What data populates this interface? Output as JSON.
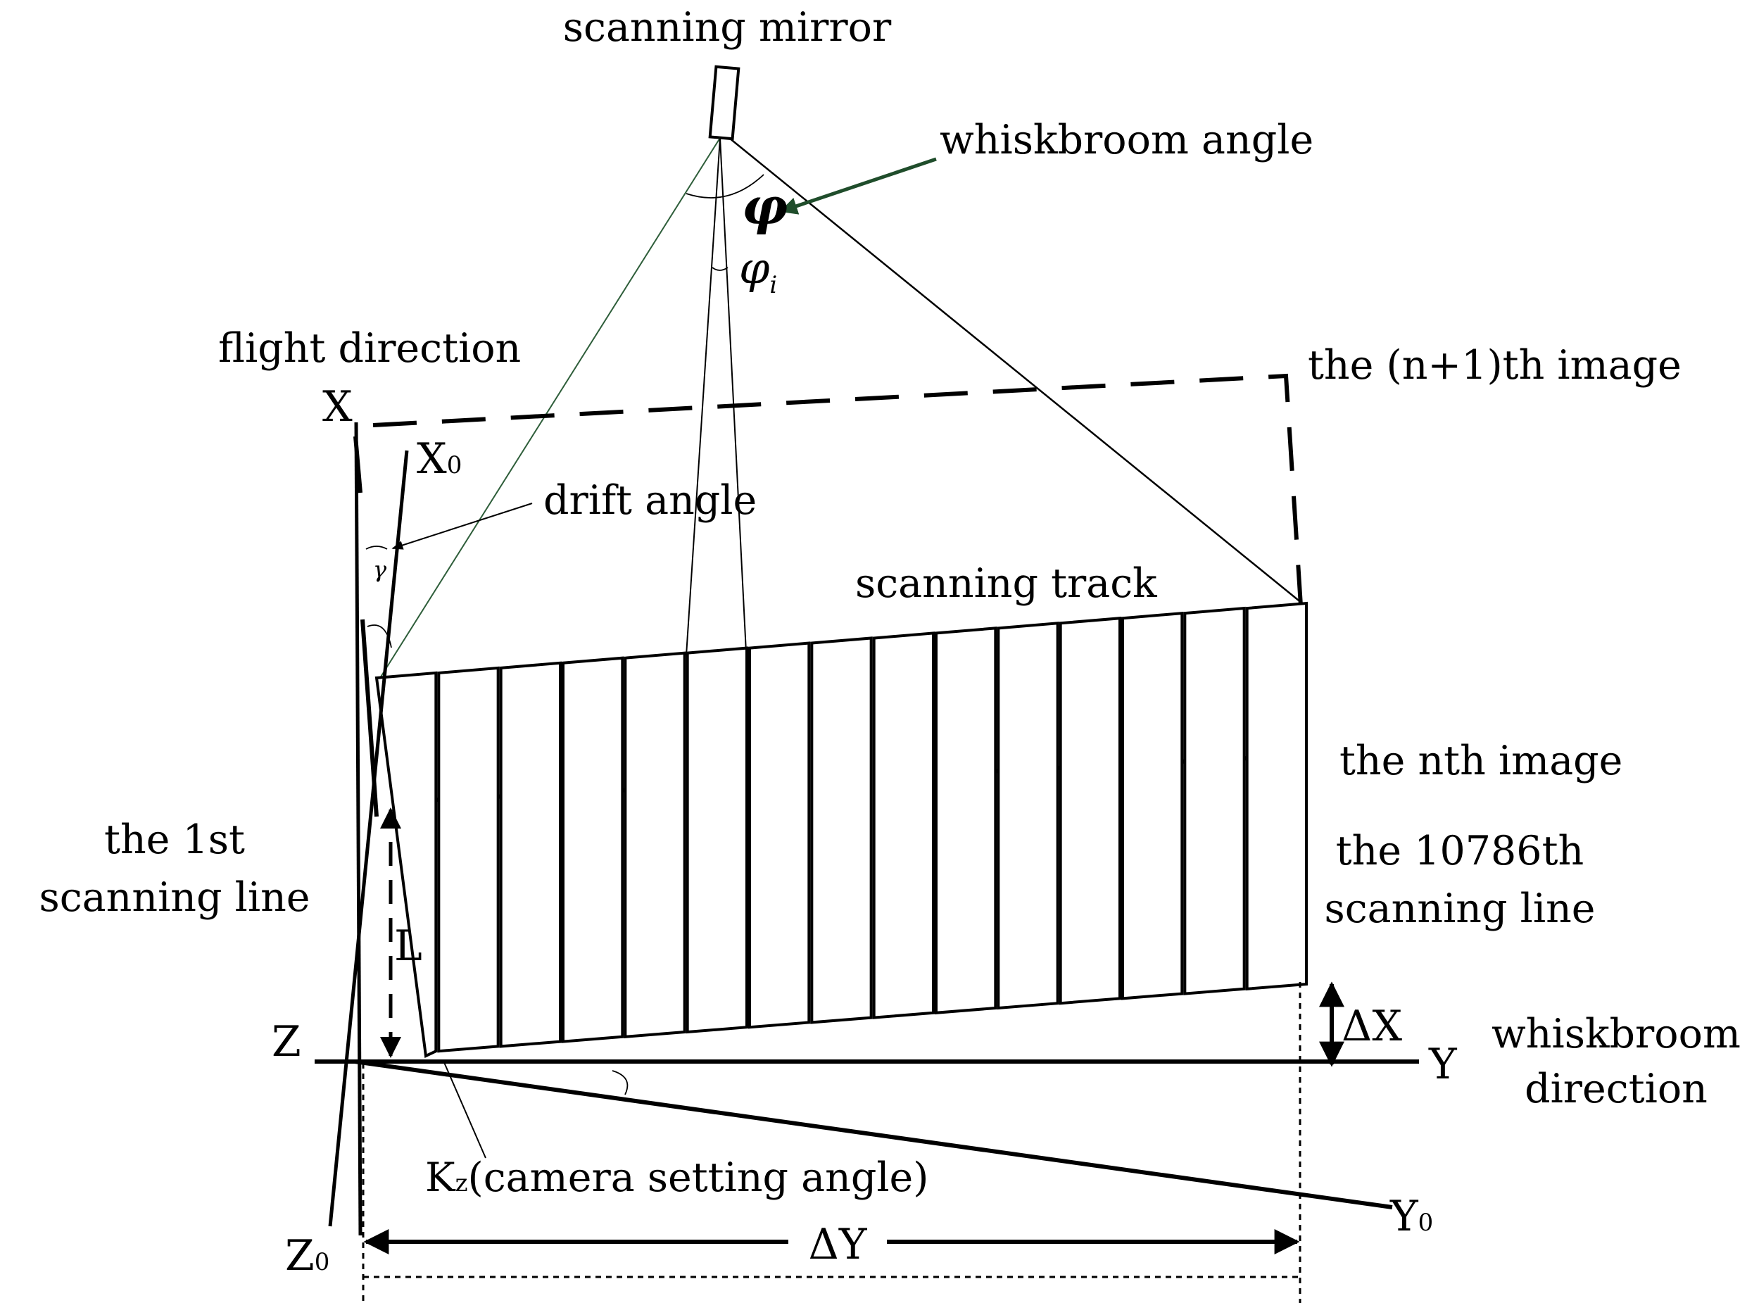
{
  "labels": {
    "scanning_mirror": "scanning mirror",
    "whiskbroom_angle": "whiskbroom angle",
    "phi": "φ",
    "phi_i_base": "φ",
    "phi_i_sub": "i",
    "flight_direction": "flight direction",
    "n1_image": "the (n+1)th image",
    "x_axis": "X",
    "x0_base": "X",
    "x0_sub": "0",
    "drift_angle": "drift angle",
    "gamma": "γ",
    "scanning_track": "scanning track",
    "nth_image": "the nth image",
    "first_line_1": "the 1st",
    "first_line_2": "scanning line",
    "last_line_1": "the 10786th",
    "last_line_2": "scanning line",
    "L": "L",
    "delta_x": "ΔX",
    "z_axis": "Z",
    "y_axis": "Y",
    "whiskbroom_dir_1": "whiskbroom",
    "whiskbroom_dir_2": "direction",
    "kz_base": "K",
    "kz_sub": "z",
    "kz_rest": "(camera setting angle)",
    "y0_base": "Y",
    "y0_sub": "0",
    "z0_base": "Z",
    "z0_sub": "0",
    "delta_y": "ΔY"
  },
  "colors": {
    "line": "#000000",
    "arrow_green": "#1f4d2b",
    "thin_green": "#2e5e3a"
  },
  "scanning_track": {
    "strip_count": 15
  }
}
